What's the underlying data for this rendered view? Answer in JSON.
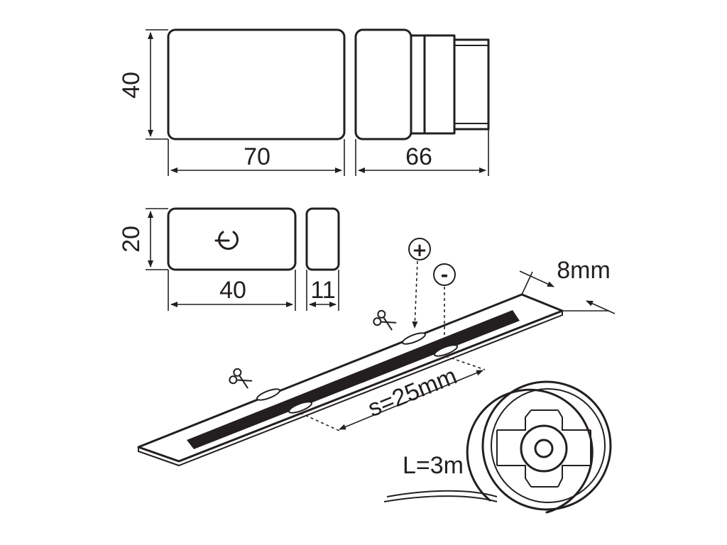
{
  "front_view": {
    "height_label": "40",
    "width_label": "70"
  },
  "side_view": {
    "depth_label": "66"
  },
  "top_view": {
    "height_label": "20",
    "width_label": "40"
  },
  "end_view": {
    "width_label": "11"
  },
  "strip": {
    "width_label": "8mm",
    "spacing_label": "s=25mm",
    "plus_symbol": "+",
    "minus_symbol": "-"
  },
  "reel": {
    "length_label": "L=3m"
  }
}
